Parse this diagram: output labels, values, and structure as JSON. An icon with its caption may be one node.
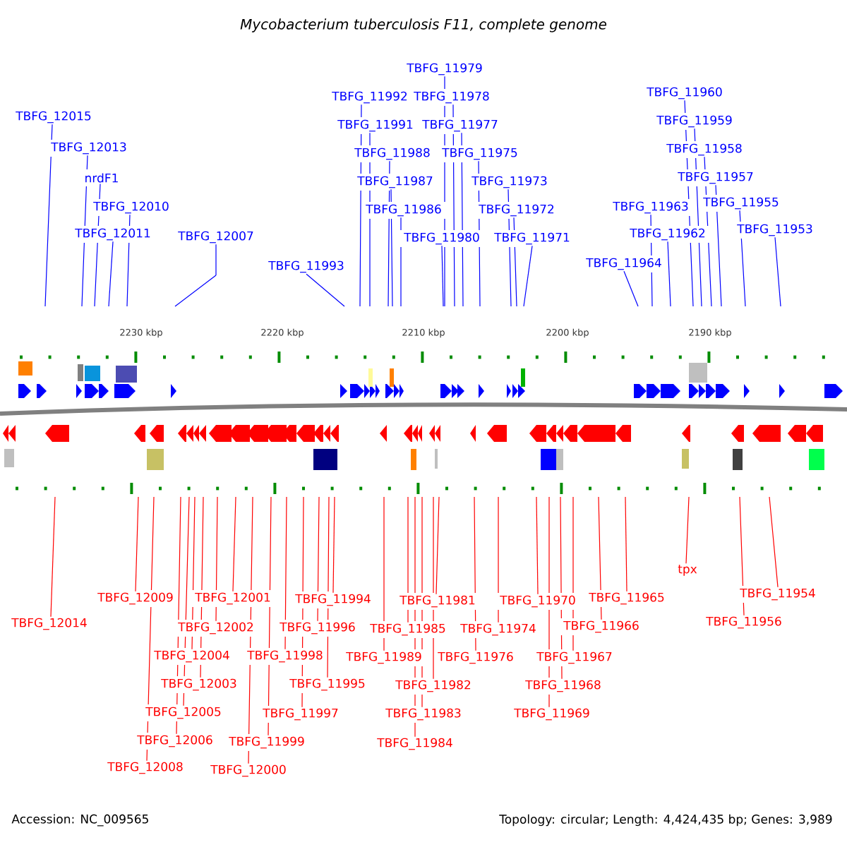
{
  "diagram": {
    "title": "Mycobacterium tuberculosis F11, complete genome",
    "nodes": [
      {
        "text": [
          "TBFG_12015"
        ]
      },
      {
        "text": [
          "TBFG_12013"
        ]
      },
      {
        "text": [
          "nrdF1"
        ]
      },
      {
        "text": [
          "TBFG_12010"
        ]
      },
      {
        "text": [
          "TBFG_12011"
        ]
      },
      {
        "text": [
          "TBFG_12007"
        ]
      },
      {
        "text": [
          "TBFG_11993"
        ]
      },
      {
        "text": [
          "TBFG_11979"
        ]
      },
      {
        "text": [
          "TBFG_11992"
        ]
      },
      {
        "text": [
          "TBFG_11978"
        ]
      },
      {
        "text": [
          "TBFG_11991"
        ]
      },
      {
        "text": [
          "TBFG_11977"
        ]
      },
      {
        "text": [
          "TBFG_11988"
        ]
      },
      {
        "text": [
          "TBFG_11975"
        ]
      },
      {
        "text": [
          "TBFG_11987"
        ]
      },
      {
        "text": [
          "TBFG_11973"
        ]
      },
      {
        "text": [
          "TBFG_11986"
        ]
      },
      {
        "text": [
          "TBFG_11972"
        ]
      },
      {
        "text": [
          "TBFG_11980"
        ]
      },
      {
        "text": [
          "TBFG_11971"
        ]
      },
      {
        "text": [
          "TBFG_11960"
        ]
      },
      {
        "text": [
          "TBFG_11959"
        ]
      },
      {
        "text": [
          "TBFG_11958"
        ]
      },
      {
        "text": [
          "TBFG_11957"
        ]
      },
      {
        "text": [
          "TBFG_11955"
        ]
      },
      {
        "text": [
          "TBFG_11963"
        ]
      },
      {
        "text": [
          "TBFG_11962"
        ]
      },
      {
        "text": [
          "TBFG_11953"
        ]
      },
      {
        "text": [
          "TBFG_11964"
        ]
      },
      {
        "text": [
          "TBFG_12014"
        ]
      },
      {
        "text": [
          "TBFG_12009"
        ]
      },
      {
        "text": [
          "TBFG_12001"
        ]
      },
      {
        "text": [
          "TBFG_11994"
        ]
      },
      {
        "text": [
          "TBFG_11981"
        ]
      },
      {
        "text": [
          "TBFG_11970"
        ]
      },
      {
        "text": [
          "TBFG_11965"
        ]
      },
      {
        "text": [
          "TBFG_11954"
        ]
      },
      {
        "text": [
          "TBFG_12002"
        ]
      },
      {
        "text": [
          "TBFG_11996"
        ]
      },
      {
        "text": [
          "TBFG_11985"
        ]
      },
      {
        "text": [
          "TBFG_11974"
        ]
      },
      {
        "text": [
          "TBFG_11966"
        ]
      },
      {
        "text": [
          "TBFG_11956"
        ]
      },
      {
        "text": [
          "TBFG_12004"
        ]
      },
      {
        "text": [
          "TBFG_11998"
        ]
      },
      {
        "text": [
          "TBFG_11989"
        ]
      },
      {
        "text": [
          "TBFG_11976"
        ]
      },
      {
        "text": [
          "TBFG_11967"
        ]
      },
      {
        "text": [
          "TBFG_12003"
        ]
      },
      {
        "text": [
          "TBFG_11995"
        ]
      },
      {
        "text": [
          "TBFG_11982"
        ]
      },
      {
        "text": [
          "TBFG_11968"
        ]
      },
      {
        "text": [
          "TBFG_12005"
        ]
      },
      {
        "text": [
          "TBFG_11997"
        ]
      },
      {
        "text": [
          "TBFG_11983"
        ]
      },
      {
        "text": [
          "TBFG_11969"
        ]
      },
      {
        "text": [
          "TBFG_12006"
        ]
      },
      {
        "text": [
          "TBFG_11999"
        ]
      },
      {
        "text": [
          "TBFG_11984"
        ]
      },
      {
        "text": [
          "TBFG_12008"
        ]
      },
      {
        "text": [
          "TBFG_12000"
        ]
      },
      {
        "text": [
          "tpx"
        ]
      }
    ],
    "edges": [
      {
        "from": 0,
        "to": null,
        "arrow": "none",
        "color": "#0000ff"
      },
      {
        "from": 1,
        "to": null,
        "arrow": "none",
        "color": "#0000ff"
      },
      {
        "from": 2,
        "to": null,
        "arrow": "none",
        "color": "#0000ff"
      },
      {
        "from": 3,
        "to": null,
        "arrow": "none",
        "color": "#0000ff"
      },
      {
        "from": 4,
        "to": null,
        "arrow": "none",
        "color": "#0000ff"
      },
      {
        "from": 5,
        "to": null,
        "arrow": "none",
        "color": "#0000ff"
      },
      {
        "from": 6,
        "to": null,
        "arrow": "none",
        "color": "#0000ff"
      },
      {
        "from": 7,
        "to": null,
        "arrow": "none",
        "color": "#0000ff"
      },
      {
        "from": 8,
        "to": null,
        "arrow": "none",
        "color": "#0000ff"
      },
      {
        "from": 9,
        "to": null,
        "arrow": "none",
        "color": "#0000ff"
      },
      {
        "from": 10,
        "to": null,
        "arrow": "none",
        "color": "#0000ff"
      },
      {
        "from": 11,
        "to": null,
        "arrow": "none",
        "color": "#0000ff"
      },
      {
        "from": 12,
        "to": null,
        "arrow": "none",
        "color": "#0000ff"
      },
      {
        "from": 13,
        "to": null,
        "arrow": "none",
        "color": "#0000ff"
      },
      {
        "from": 14,
        "to": null,
        "arrow": "none",
        "color": "#0000ff"
      },
      {
        "from": 15,
        "to": null,
        "arrow": "none",
        "color": "#0000ff"
      },
      {
        "from": 16,
        "to": null,
        "arrow": "none",
        "color": "#0000ff"
      },
      {
        "from": 17,
        "to": null,
        "arrow": "none",
        "color": "#0000ff"
      },
      {
        "from": 18,
        "to": null,
        "arrow": "none",
        "color": "#0000ff"
      },
      {
        "from": 19,
        "to": null,
        "arrow": "none",
        "color": "#0000ff"
      },
      {
        "from": 20,
        "to": null,
        "arrow": "none",
        "color": "#0000ff"
      },
      {
        "from": 21,
        "to": null,
        "arrow": "none",
        "color": "#0000ff"
      },
      {
        "from": 22,
        "to": null,
        "arrow": "none",
        "color": "#0000ff"
      },
      {
        "from": 23,
        "to": null,
        "arrow": "none",
        "color": "#0000ff"
      },
      {
        "from": 24,
        "to": null,
        "arrow": "none",
        "color": "#0000ff"
      },
      {
        "from": 25,
        "to": null,
        "arrow": "none",
        "color": "#0000ff"
      },
      {
        "from": 26,
        "to": null,
        "arrow": "none",
        "color": "#0000ff"
      },
      {
        "from": 27,
        "to": null,
        "arrow": "none",
        "color": "#0000ff"
      },
      {
        "from": 28,
        "to": null,
        "arrow": "none",
        "color": "#0000ff"
      },
      {
        "from": 29,
        "to": null,
        "arrow": "none"
      },
      {
        "from": 30,
        "to": null,
        "arrow": "none"
      },
      {
        "from": 31,
        "to": null,
        "arrow": "none"
      },
      {
        "from": 32,
        "to": null,
        "arrow": "none"
      },
      {
        "from": 33,
        "to": null,
        "arrow": "none"
      },
      {
        "from": 34,
        "to": null,
        "arrow": "none"
      },
      {
        "from": 35,
        "to": null,
        "arrow": "none"
      },
      {
        "from": 36,
        "to": null,
        "arrow": "none"
      },
      {
        "from": 37,
        "to": null,
        "arrow": "none"
      },
      {
        "from": 38,
        "to": null,
        "arrow": "none"
      },
      {
        "from": 39,
        "to": null,
        "arrow": "none"
      },
      {
        "from": 40,
        "to": null,
        "arrow": "none"
      },
      {
        "from": 41,
        "to": null,
        "arrow": "none"
      },
      {
        "from": 42,
        "to": null,
        "arrow": "none"
      },
      {
        "from": 43,
        "to": null,
        "arrow": "none"
      },
      {
        "from": 44,
        "to": null,
        "arrow": "none"
      },
      {
        "from": 45,
        "to": null,
        "arrow": "none"
      },
      {
        "from": 46,
        "to": null,
        "arrow": "none"
      },
      {
        "from": 47,
        "to": null,
        "arrow": "none"
      },
      {
        "from": 48,
        "to": null,
        "arrow": "none"
      },
      {
        "from": 49,
        "to": null,
        "arrow": "none"
      },
      {
        "from": 50,
        "to": null,
        "arrow": "none"
      },
      {
        "from": 51,
        "to": null,
        "arrow": "none"
      },
      {
        "from": 52,
        "to": null,
        "arrow": "none"
      },
      {
        "from": 53,
        "to": null,
        "arrow": "none"
      },
      {
        "from": 54,
        "to": null,
        "arrow": "none"
      },
      {
        "from": 55,
        "to": null,
        "arrow": "none"
      },
      {
        "from": 56,
        "to": null,
        "arrow": "none"
      },
      {
        "from": 57,
        "to": null,
        "arrow": "none"
      },
      {
        "from": 58,
        "to": null,
        "arrow": "none"
      },
      {
        "from": 59,
        "to": null,
        "arrow": "none"
      },
      {
        "from": 60,
        "to": null,
        "arrow": "none"
      },
      {
        "from": 61,
        "to": null,
        "arrow": "none"
      }
    ],
    "labels": [
      "2230 kbp",
      "2220 kbp",
      "2210 kbp",
      "2200 kbp",
      "2190 kbp",
      "Accession: NC_009565",
      "Topology: circular; Length: 4,424,435 bp; Genes: 3,989"
    ]
  }
}
